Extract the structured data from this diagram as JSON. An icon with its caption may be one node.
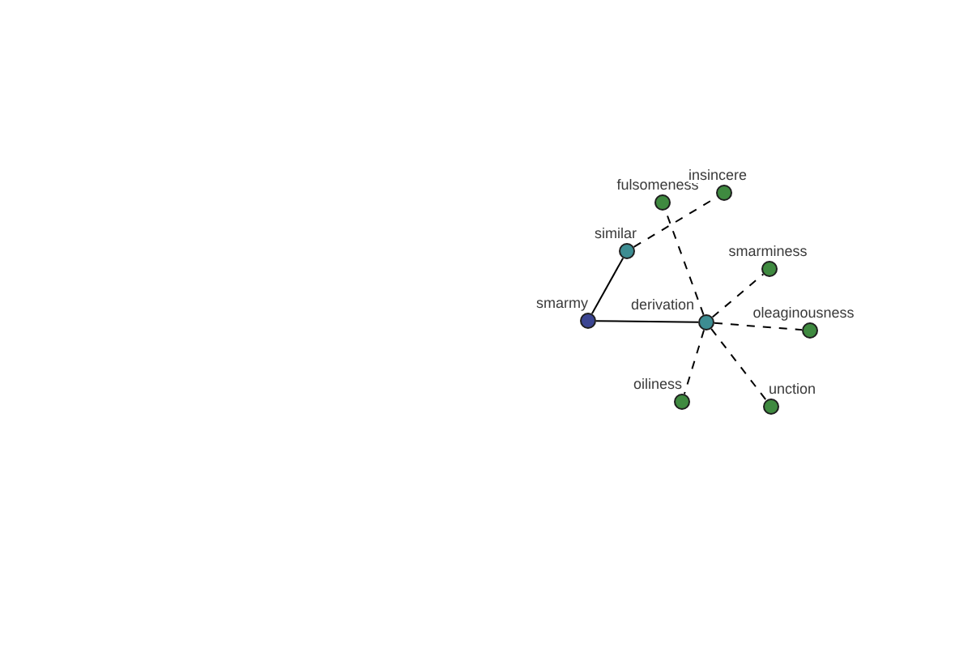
{
  "diagram": {
    "nodes": [
      {
        "text": [
          "smarmy"
        ]
      },
      {
        "text": [
          "similar"
        ]
      },
      {
        "text": [
          "derivation"
        ]
      },
      {
        "text": [
          "fulsomeness"
        ]
      },
      {
        "text": [
          "insincere"
        ]
      },
      {
        "text": [
          "smarminess"
        ]
      },
      {
        "text": [
          "oleaginousness"
        ]
      },
      {
        "text": [
          "oiliness"
        ]
      },
      {
        "text": [
          "unction"
        ]
      }
    ],
    "edges": [
      {
        "from": 0,
        "to": 1,
        "arrow": "none"
      },
      {
        "from": 0,
        "to": 2,
        "arrow": "none"
      },
      {
        "from": 1,
        "to": 4,
        "arrow": "none",
        "style": "dashed"
      },
      {
        "from": 2,
        "to": 3,
        "arrow": "none",
        "style": "dashed"
      },
      {
        "from": 2,
        "to": 5,
        "arrow": "none",
        "style": "dashed"
      },
      {
        "from": 2,
        "to": 6,
        "arrow": "none",
        "style": "dashed"
      },
      {
        "from": 2,
        "to": 7,
        "arrow": "none",
        "style": "dashed"
      },
      {
        "from": 2,
        "to": 8,
        "arrow": "none",
        "style": "dashed"
      }
    ]
  }
}
